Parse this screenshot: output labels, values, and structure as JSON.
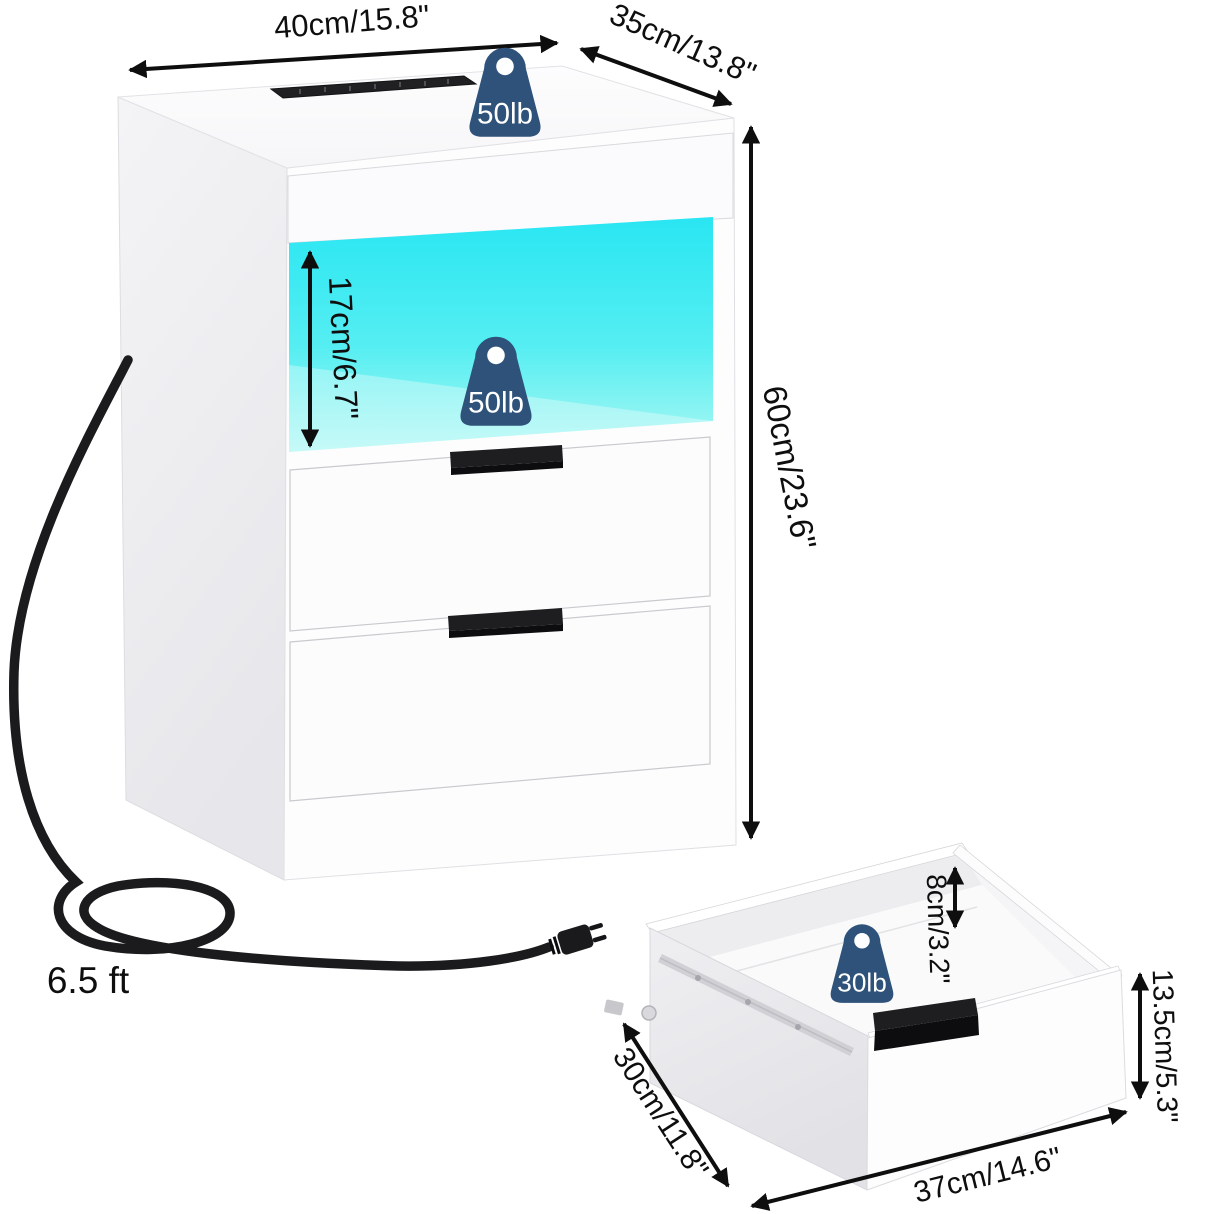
{
  "annotations": {
    "top_width": "40cm/15.8\"",
    "top_depth": "35cm/13.8\"",
    "overall_height": "60cm/23.6\"",
    "shelf_height": "17cm/6.7\"",
    "cord_length": "6.5 ft",
    "drawer_inner_height": "8cm/3.2\"",
    "drawer_front_height": "13.5cm/5.3\"",
    "drawer_depth": "30cm/11.8\"",
    "drawer_width": "37cm/14.6\""
  },
  "capacities": {
    "tabletop": "50lb",
    "shelf": "50lb",
    "drawer": "30lb"
  },
  "colors": {
    "badge_blue": "#2e527a",
    "led_top": "#29e6f2",
    "led_mid": "#55eef2",
    "led_bottom": "#abf8f3",
    "cord": "#1b1b1e",
    "handle": "#1e1e21",
    "dimension": "#0e0e0e"
  },
  "icons": {
    "weight_badge": "weight-kettlebell"
  }
}
